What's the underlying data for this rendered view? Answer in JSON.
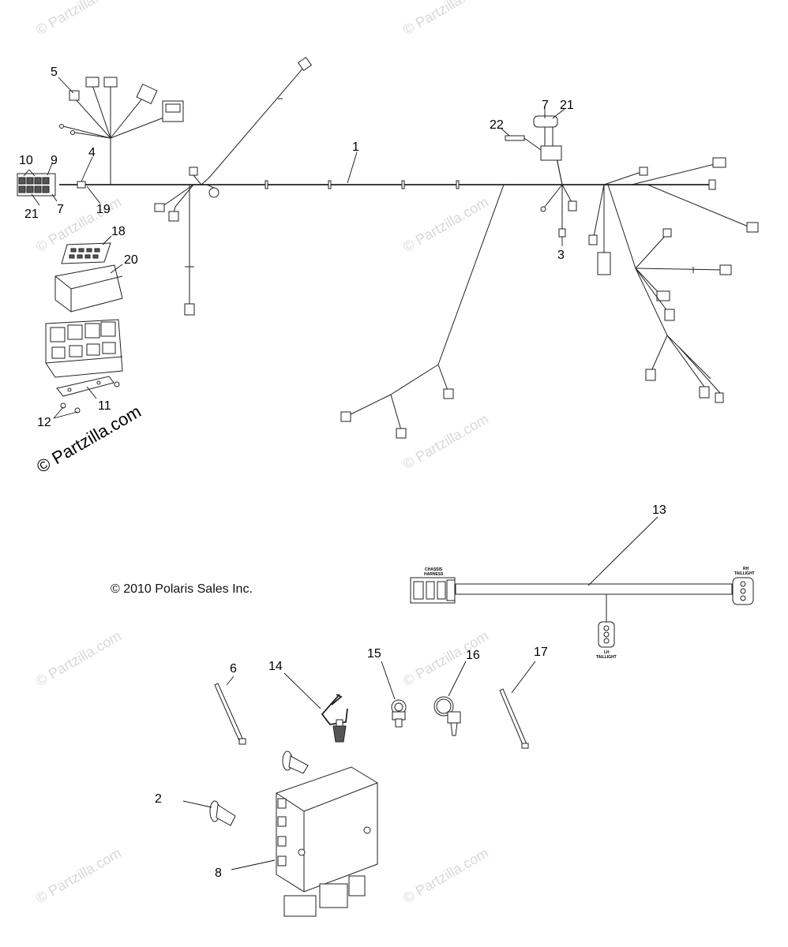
{
  "watermark": {
    "text": "© Partzilla.com",
    "prominent_text": "© Partzilla.com"
  },
  "copyright": "© 2010 Polaris Sales Inc.",
  "callouts": {
    "c1": "1",
    "c2": "2",
    "c3": "3",
    "c4": "4",
    "c5": "5",
    "c6": "6",
    "c7a": "7",
    "c7b": "7",
    "c8": "8",
    "c9": "9",
    "c10": "10",
    "c11": "11",
    "c12": "12",
    "c13": "13",
    "c14": "14",
    "c15": "15",
    "c16": "16",
    "c17": "17",
    "c18": "18",
    "c19": "19",
    "c20": "20",
    "c21a": "21",
    "c21b": "21",
    "c22": "22"
  },
  "labels": {
    "chassis_harness_1": "CHASSIS",
    "chassis_harness_2": "HARNESS",
    "rh_taillight_1": "RH",
    "rh_taillight_2": "TAILLIGHT",
    "lh_taillight_1": "LH",
    "lh_taillight_2": "TAILLIGHT"
  }
}
